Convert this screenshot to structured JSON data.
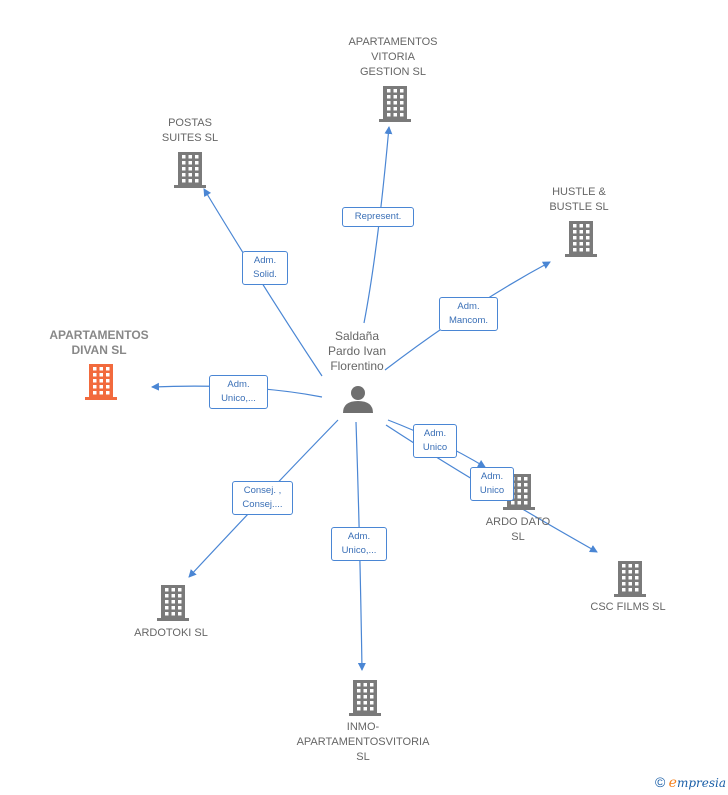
{
  "center": {
    "name": "Saldaña\nPardo Ivan\nFlorentino",
    "icon": "person-icon"
  },
  "companies": [
    {
      "id": "apartamentos-vitoria",
      "name": "APARTAMENTOS\nVITORIA\nGESTION SL",
      "icon": "building-icon",
      "highlight": false
    },
    {
      "id": "postas-suites",
      "name": "POSTAS\nSUITES  SL",
      "icon": "building-icon",
      "highlight": false
    },
    {
      "id": "hustle-bustle",
      "name": "HUSTLE &\nBUSTLE  SL",
      "icon": "building-icon",
      "highlight": false
    },
    {
      "id": "apartamentos-divan",
      "name": "APARTAMENTOS\nDIVAN  SL",
      "icon": "building-icon",
      "highlight": true
    },
    {
      "id": "ardo-dato",
      "name": "ARDO DATO\nSL",
      "icon": "building-icon",
      "highlight": false
    },
    {
      "id": "csc-films",
      "name": "CSC FILMS  SL",
      "icon": "building-icon",
      "highlight": false
    },
    {
      "id": "ardotoki",
      "name": "ARDOTOKI  SL",
      "icon": "building-icon",
      "highlight": false
    },
    {
      "id": "inmo-apartamentos",
      "name": "INMO-\nAPARTAMENTOSVITORIA\nSL",
      "icon": "building-icon",
      "highlight": false
    }
  ],
  "relations": [
    {
      "to": "apartamentos-vitoria",
      "label": "Represent."
    },
    {
      "to": "postas-suites",
      "label": "Adm.\nSolid."
    },
    {
      "to": "hustle-bustle",
      "label": "Adm.\nMancom."
    },
    {
      "to": "apartamentos-divan",
      "label": "Adm.\nUnico,..."
    },
    {
      "to": "ardo-dato",
      "label": "Adm.\nUnico"
    },
    {
      "to": "csc-films",
      "label": "Adm.\nUnico"
    },
    {
      "to": "ardotoki",
      "label": "Consej. ,\nConsej...."
    },
    {
      "to": "inmo-apartamentos",
      "label": "Adm.\nUnico,..."
    }
  ],
  "colors": {
    "edge": "#4a86d4",
    "building": "#7a7a7a",
    "highlight_building": "#f26a3d",
    "person": "#6f6f6f"
  },
  "footer": {
    "copyright": "©",
    "brand_first": "e",
    "brand_rest": "mpresia"
  }
}
